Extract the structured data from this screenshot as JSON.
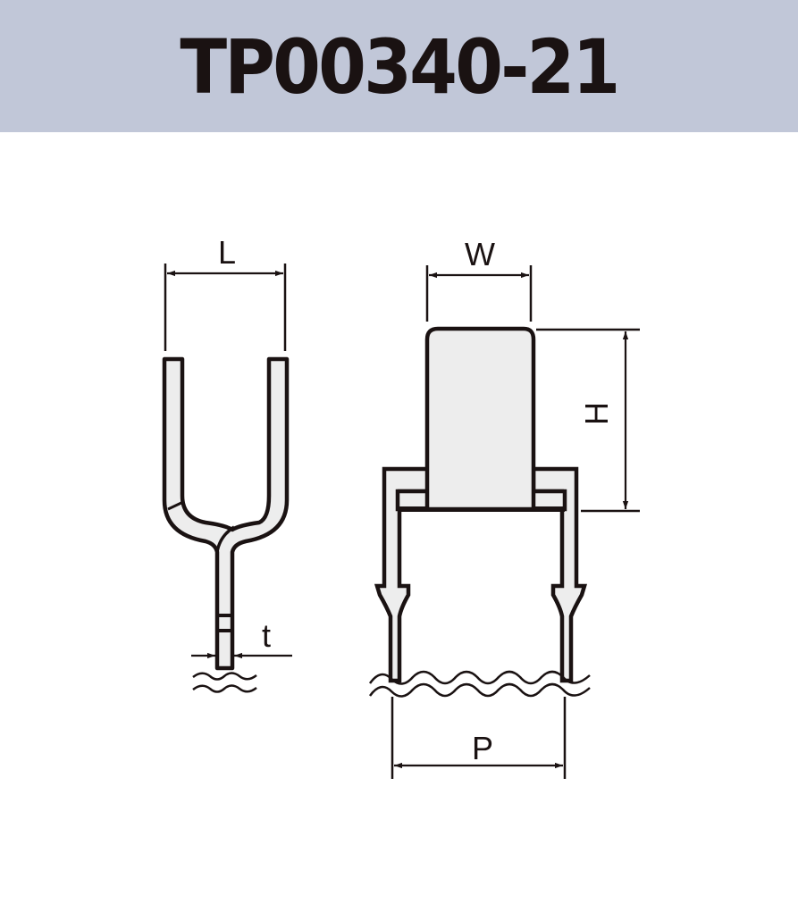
{
  "header": {
    "title": "TP00340-21",
    "background": "#c1c7d8",
    "text_color": "#1a1212"
  },
  "drawing": {
    "side_view": {
      "dimension_labels": {
        "length": "L",
        "thickness": "t"
      }
    },
    "front_view": {
      "dimension_labels": {
        "width": "W",
        "height": "H",
        "pitch": "P"
      }
    },
    "colors": {
      "outline": "#1a1212",
      "fill": "#ededed",
      "background": "#ffffff"
    }
  }
}
